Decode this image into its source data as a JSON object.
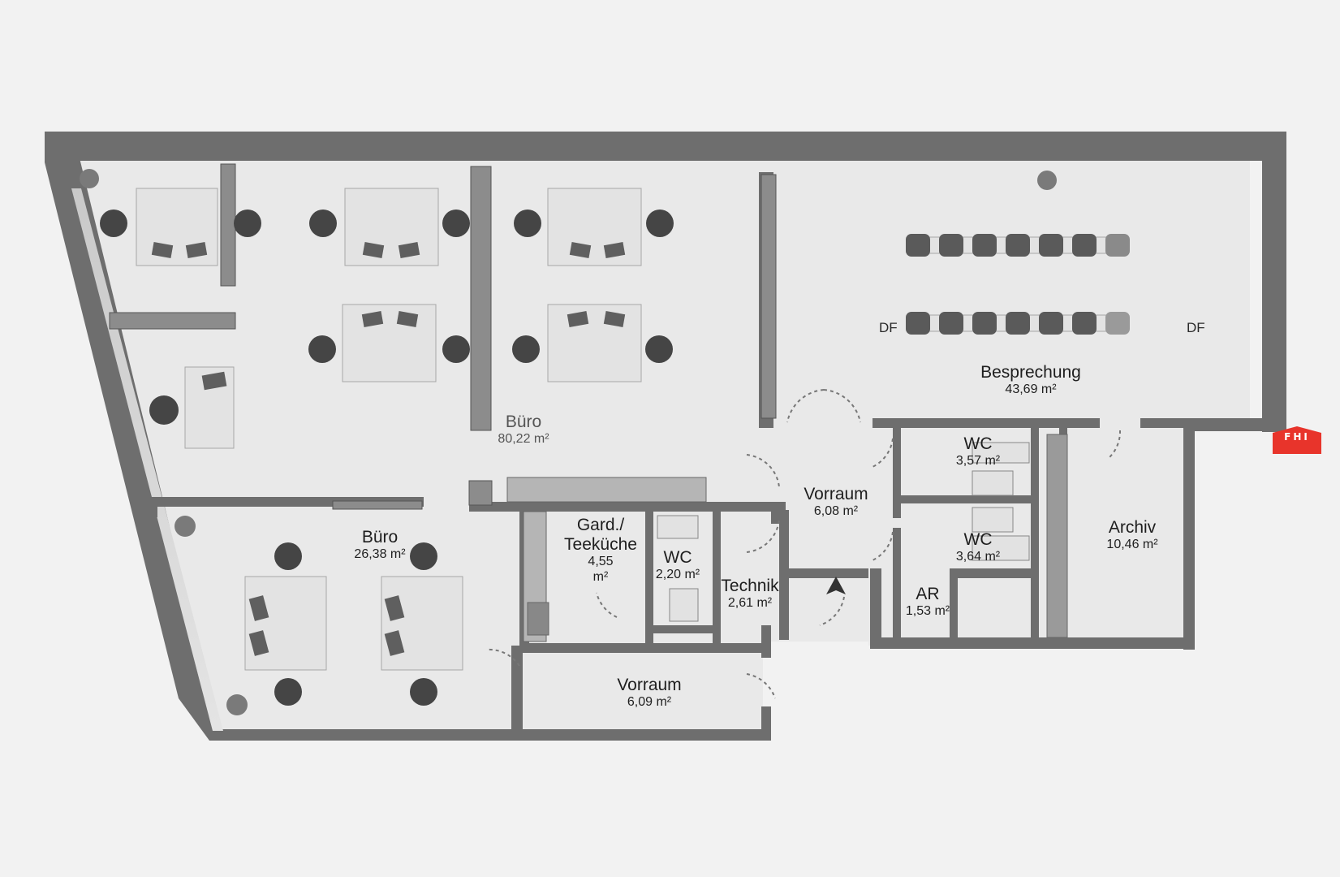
{
  "rooms": [
    {
      "name": "Büro",
      "area": "80,22 m²"
    },
    {
      "name": "Büro",
      "area": "26,38 m²"
    },
    {
      "name": "Besprechung",
      "area": "43,69 m²"
    },
    {
      "name": "Gard./",
      "name2": "Teeküche",
      "area": "4,55",
      "area2": "m²"
    },
    {
      "name": "WC",
      "area": "2,20 m²"
    },
    {
      "name": "Technik",
      "area": "2,61 m²"
    },
    {
      "name": "Vorraum",
      "area": "6,08 m²"
    },
    {
      "name": "Vorraum",
      "area": "6,09 m²"
    },
    {
      "name": "WC",
      "area": "3,57 m²"
    },
    {
      "name": "WC",
      "area": "3,64 m²"
    },
    {
      "name": "AR",
      "area": "1,53 m²"
    },
    {
      "name": "Archiv",
      "area": "10,46 m²"
    }
  ],
  "markers": {
    "df_left": "DF",
    "df_right": "DF"
  },
  "logo": {
    "text": "FHI",
    "color": "#e8342b"
  },
  "colors": {
    "wall": "#6e6e6e",
    "floor": "#e9e9e9",
    "background": "#f2f2f2",
    "furniture": "#555555"
  }
}
